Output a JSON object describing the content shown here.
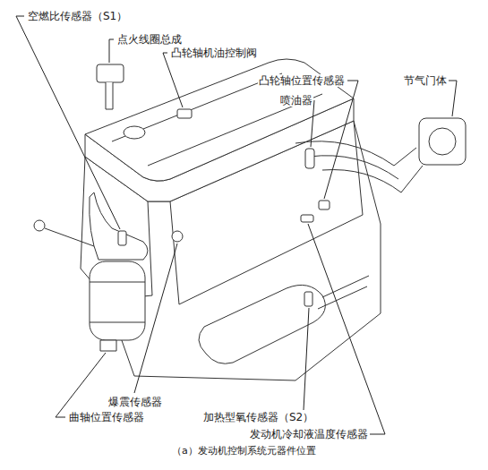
{
  "diagram": {
    "caption": "（a）发动机控制系统元器件位置",
    "labels": [
      "空燃比传感器（S1）",
      "点火线圈总成",
      "凸轮轴机油控制阀",
      "凸轮轴位置传感器",
      "节气门体",
      "喷油器",
      "爆震传感器",
      "曲轴位置传感器",
      "加热型氧传感器（S2）",
      "发动机冷却液温度传感器"
    ]
  }
}
